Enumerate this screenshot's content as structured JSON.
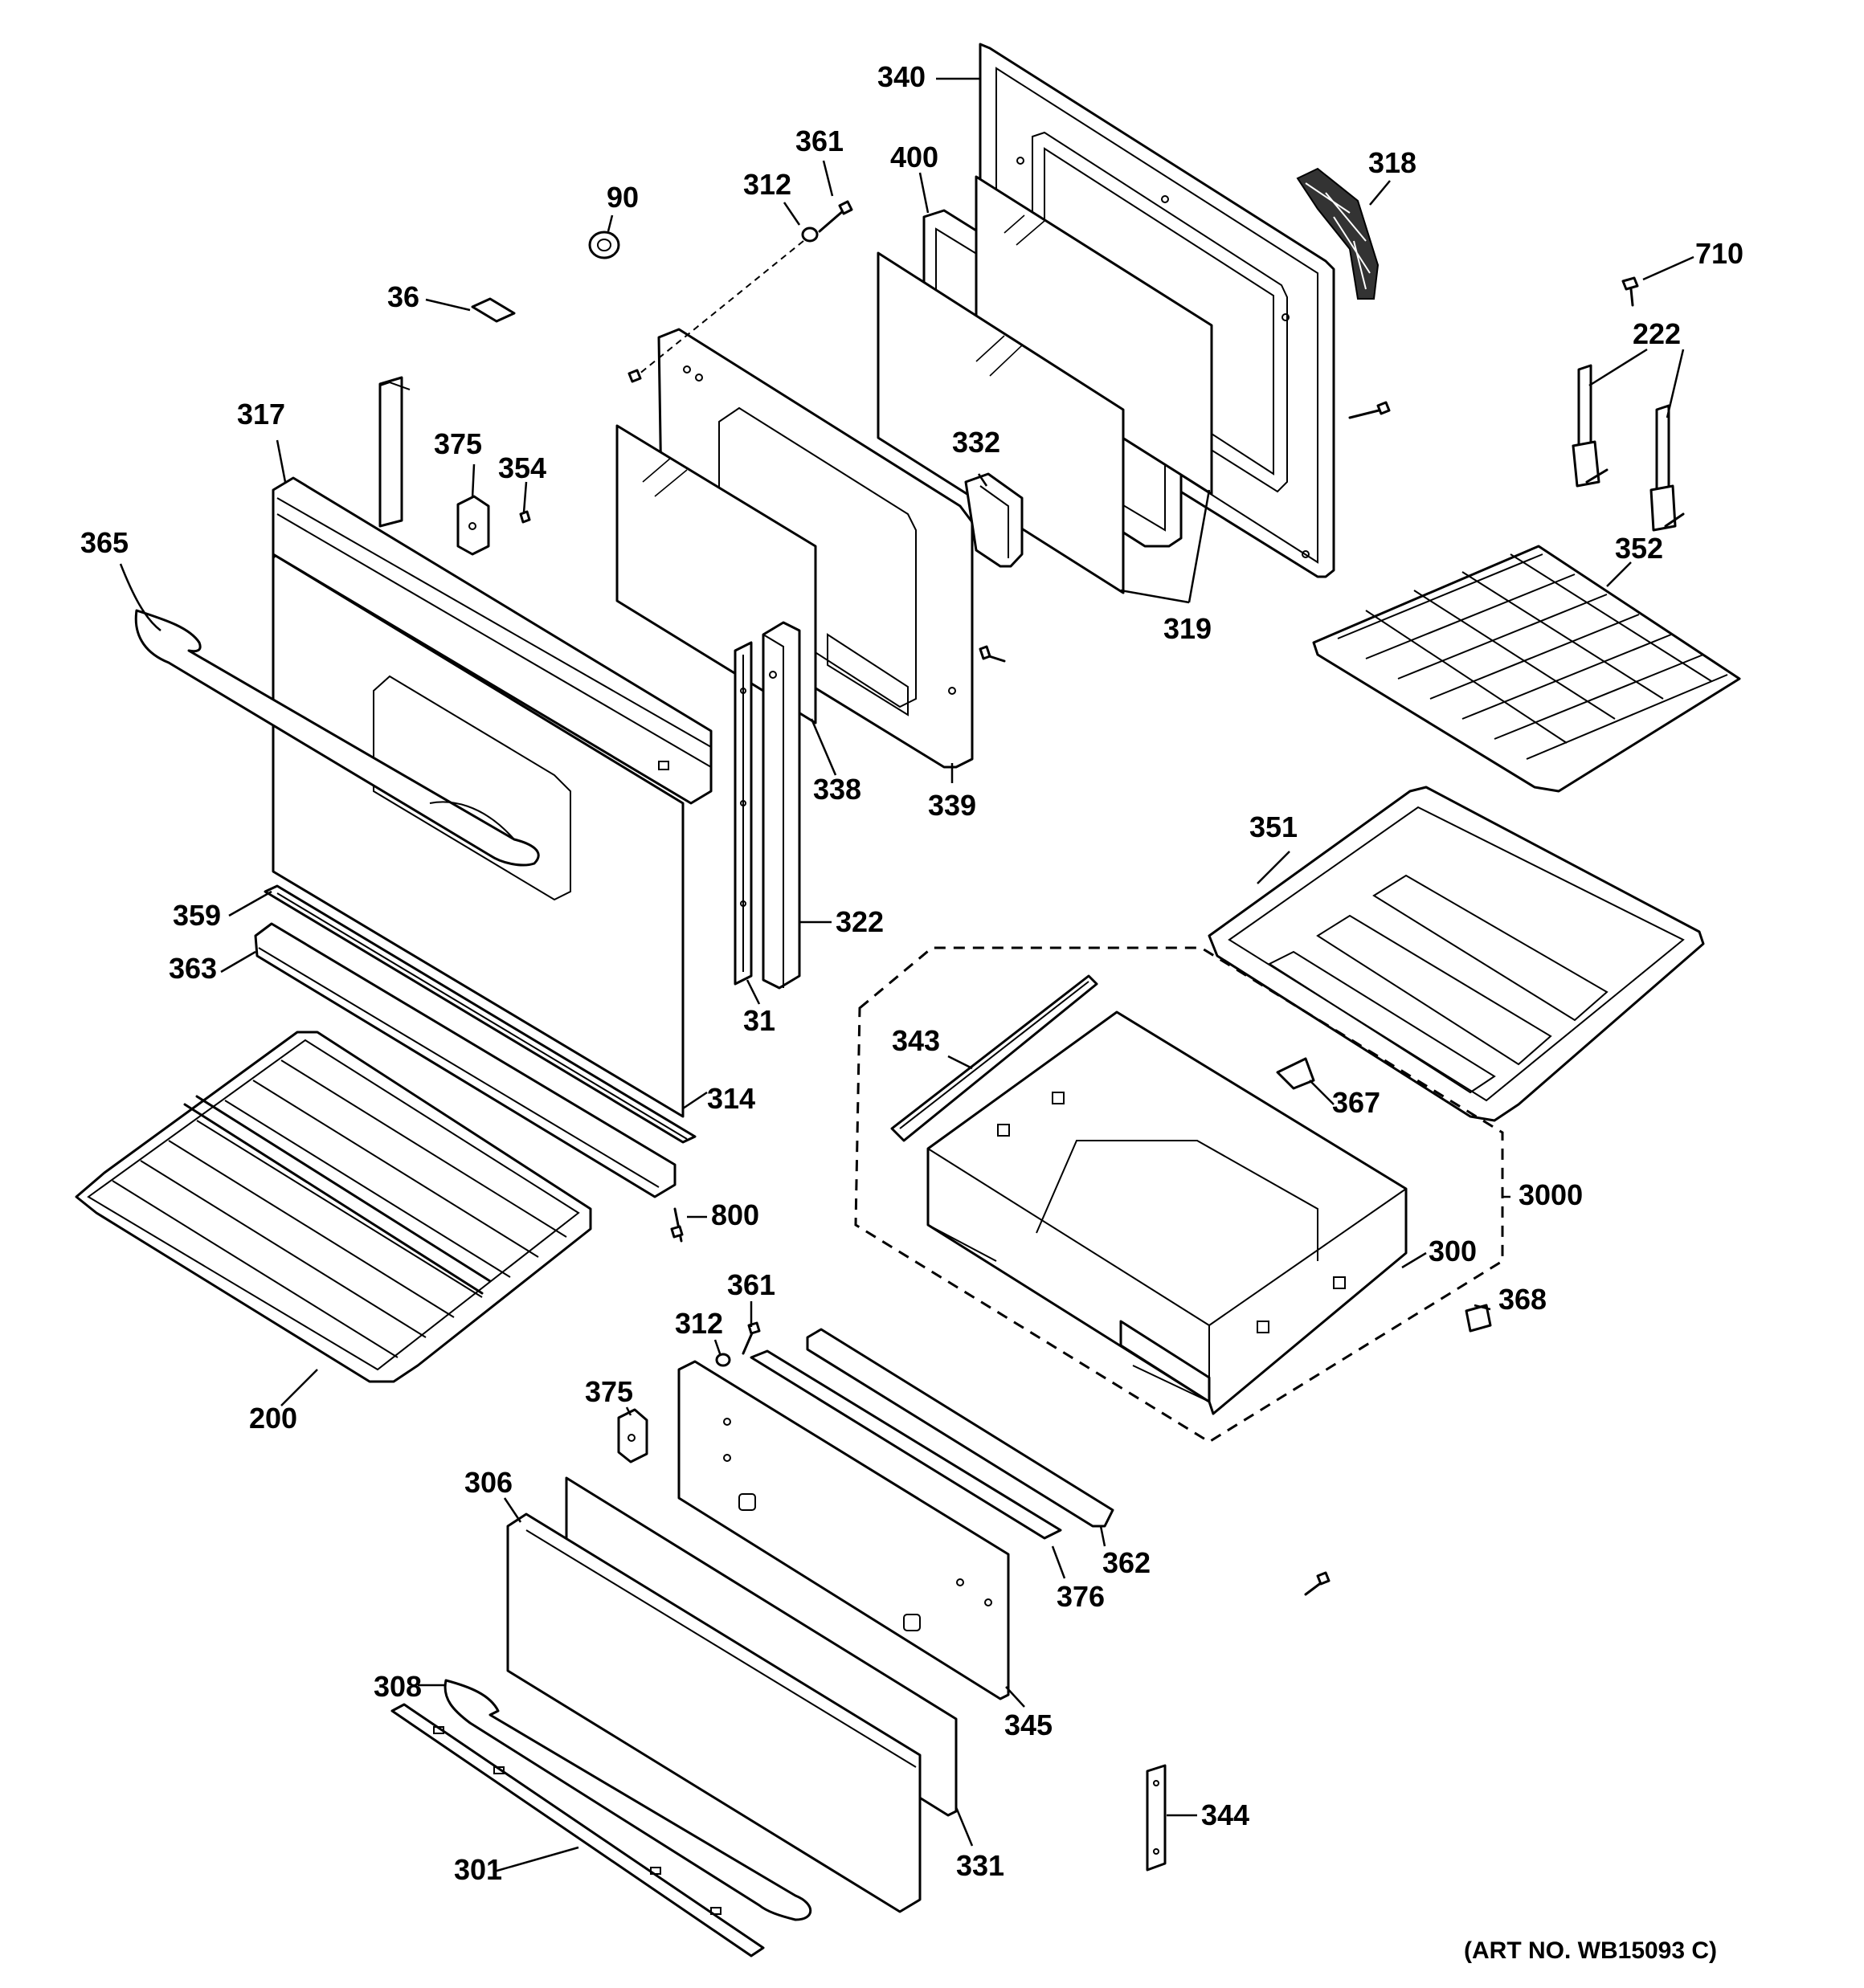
{
  "art_number": "(ART NO. WB15093 C)",
  "callouts": [
    {
      "id": "340",
      "text": "340"
    },
    {
      "id": "361a",
      "text": "361"
    },
    {
      "id": "400",
      "text": "400"
    },
    {
      "id": "312a",
      "text": "312"
    },
    {
      "id": "318",
      "text": "318"
    },
    {
      "id": "90",
      "text": "90"
    },
    {
      "id": "710",
      "text": "710"
    },
    {
      "id": "36",
      "text": "36"
    },
    {
      "id": "222",
      "text": "222"
    },
    {
      "id": "317",
      "text": "317"
    },
    {
      "id": "375a",
      "text": "375"
    },
    {
      "id": "354",
      "text": "354"
    },
    {
      "id": "332",
      "text": "332"
    },
    {
      "id": "365",
      "text": "365"
    },
    {
      "id": "352",
      "text": "352"
    },
    {
      "id": "319",
      "text": "319"
    },
    {
      "id": "338",
      "text": "338"
    },
    {
      "id": "339",
      "text": "339"
    },
    {
      "id": "351",
      "text": "351"
    },
    {
      "id": "359",
      "text": "359"
    },
    {
      "id": "322",
      "text": "322"
    },
    {
      "id": "363",
      "text": "363"
    },
    {
      "id": "343",
      "text": "343"
    },
    {
      "id": "31",
      "text": "31"
    },
    {
      "id": "314",
      "text": "314"
    },
    {
      "id": "367",
      "text": "367"
    },
    {
      "id": "3000",
      "text": "3000"
    },
    {
      "id": "800",
      "text": "800"
    },
    {
      "id": "300",
      "text": "300"
    },
    {
      "id": "361b",
      "text": "361"
    },
    {
      "id": "368",
      "text": "368"
    },
    {
      "id": "312b",
      "text": "312"
    },
    {
      "id": "375b",
      "text": "375"
    },
    {
      "id": "200",
      "text": "200"
    },
    {
      "id": "306",
      "text": "306"
    },
    {
      "id": "362",
      "text": "362"
    },
    {
      "id": "376",
      "text": "376"
    },
    {
      "id": "308",
      "text": "308"
    },
    {
      "id": "345",
      "text": "345"
    },
    {
      "id": "344",
      "text": "344"
    },
    {
      "id": "331",
      "text": "331"
    },
    {
      "id": "301",
      "text": "301"
    }
  ]
}
